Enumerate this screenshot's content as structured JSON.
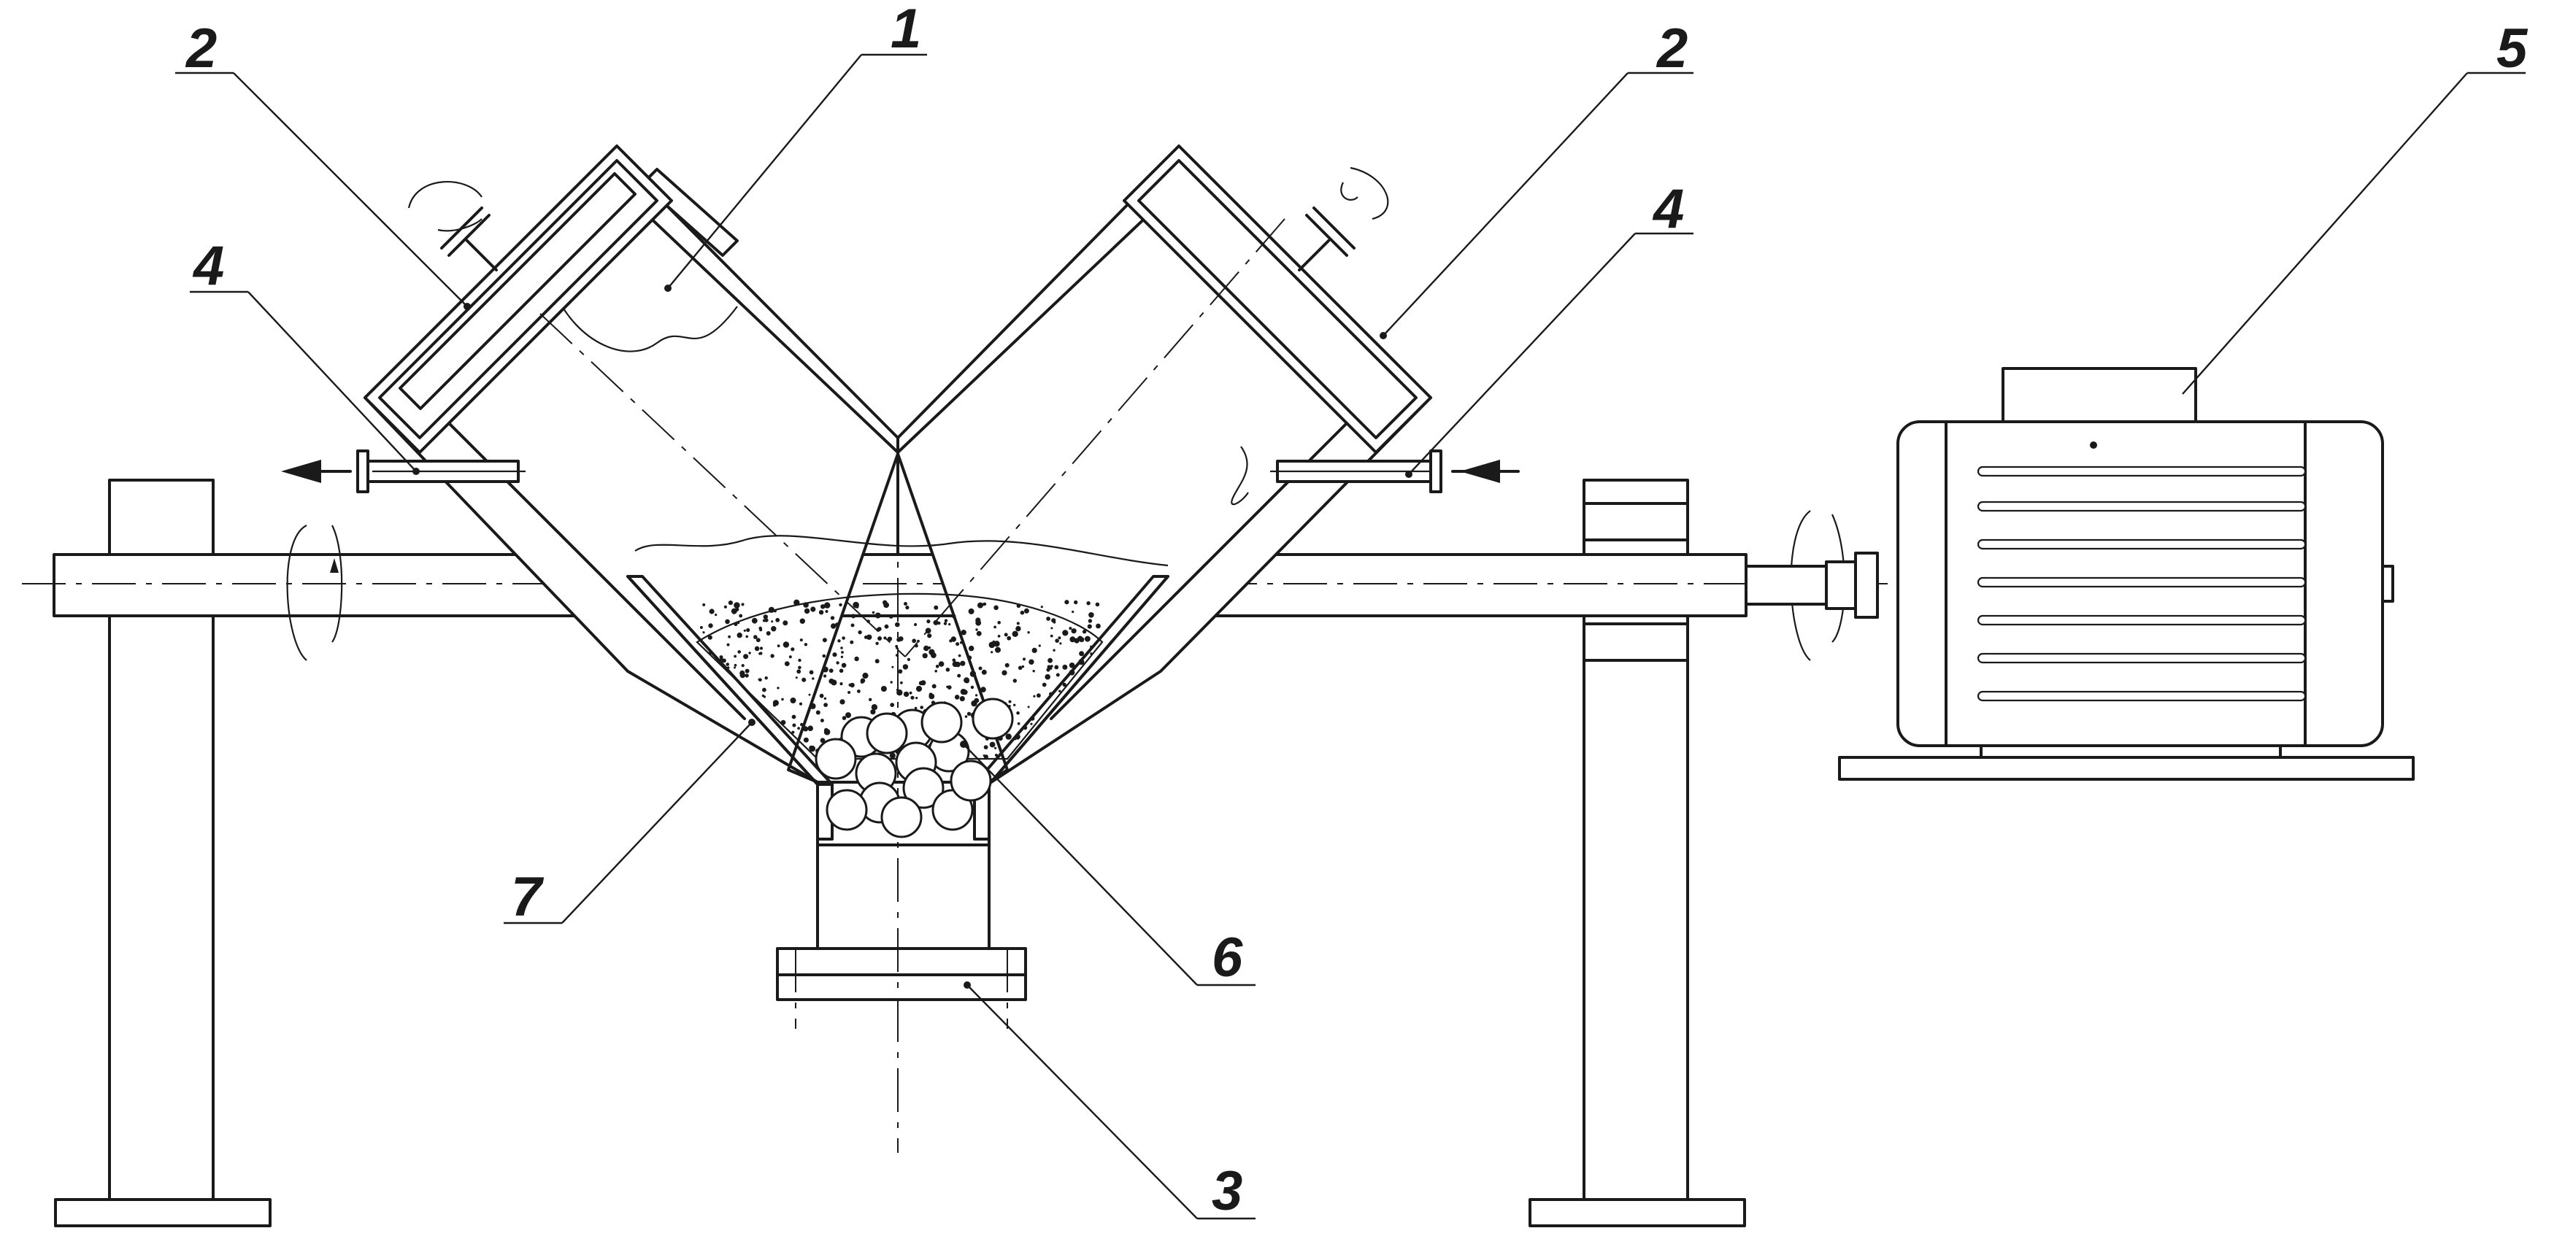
{
  "labels": {
    "label_1": "1",
    "label_2_left": "2",
    "label_2_right": "2",
    "label_3": "3",
    "label_4_left": "4",
    "label_4_right": "4",
    "label_5": "5",
    "label_6": "6",
    "label_7": "7"
  },
  "colors": {
    "line": "#1a1a1a",
    "background": "#ffffff"
  }
}
